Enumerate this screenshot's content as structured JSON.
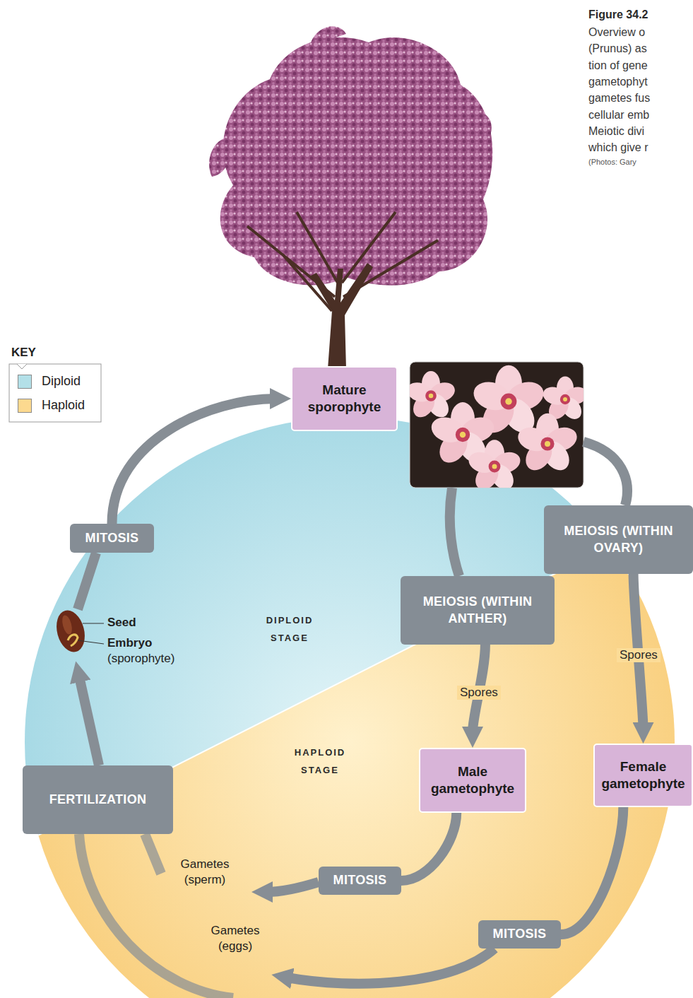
{
  "diagram": {
    "title": "Figure 34.2",
    "nodes": [
      {
        "text": [
          "Mature sporophyte"
        ]
      },
      {
        "text": [
          "MEIOSIS (WITHIN OVARY)"
        ]
      },
      {
        "text": [
          "MEIOSIS (WITHIN ANTHER)"
        ]
      },
      {
        "text": [
          "Male gametophyte"
        ]
      },
      {
        "text": [
          "Female gametophyte"
        ]
      },
      {
        "text": [
          "FERTILIZATION"
        ]
      },
      {
        "text": [
          "MITOSIS"
        ]
      },
      {
        "text": [
          "MITOSIS"
        ]
      },
      {
        "text": [
          "MITOSIS"
        ]
      }
    ],
    "edges": [
      {
        "from": 6,
        "to": 0,
        "arrow": "to"
      },
      {
        "from": 2,
        "to": 3,
        "label": "Spores",
        "arrow": "to"
      },
      {
        "from": 1,
        "to": 4,
        "label": "Spores",
        "arrow": "to"
      },
      {
        "from": 3,
        "to": 7,
        "arrow": "none"
      },
      {
        "from": 4,
        "to": 8,
        "arrow": "none"
      }
    ],
    "labels": [
      "Overview o",
      "(Prunus) as",
      "tion of gene",
      "gametophyt",
      "gametes fus",
      "cellular emb",
      "Meiotic divi",
      "which give r",
      "(Photos: Gary",
      "KEY",
      "DIPLOID STAGE",
      "HAPLOID STAGE",
      "Seed",
      "Embryo",
      "(sporophyte)",
      "Gametes (sperm)",
      "Gametes (eggs)"
    ],
    "legend": [
      {
        "text": "Diploid",
        "color": "#b3e0e8"
      },
      {
        "text": "Haploid",
        "color": "#fcd98f"
      }
    ]
  }
}
